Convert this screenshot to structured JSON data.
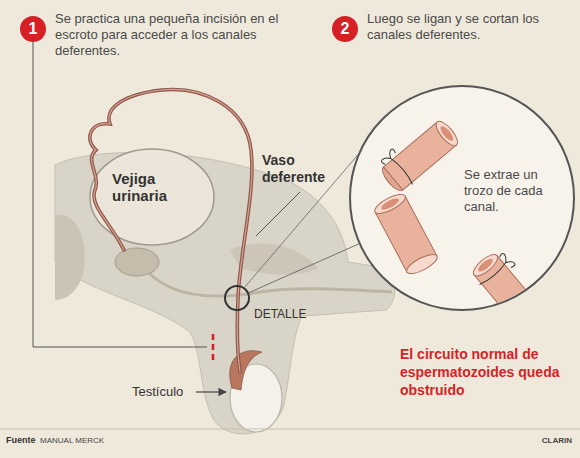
{
  "diagram": {
    "nodes": [
      {
        "text": [
          "1",
          "Se practica una pequeña incisión en el escroto para acceder a los canales deferentes."
        ]
      },
      {
        "text": [
          "2",
          "Luego se ligan y se cortan los canales deferentes."
        ]
      },
      {
        "text": [
          "Se extrae un trozo de cada canal."
        ]
      },
      {
        "text": [
          "DETALLE"
        ]
      }
    ],
    "edges": [
      {
        "from": 3,
        "to": 2,
        "arrow": "none"
      }
    ],
    "labels": [
      "Vejiga urinaria",
      "Vaso deferente",
      "Testículo",
      "El circuito normal de espermatozoides queda obstruido",
      "Fuente",
      "MANUAL MERCK",
      "CLARIN"
    ]
  }
}
